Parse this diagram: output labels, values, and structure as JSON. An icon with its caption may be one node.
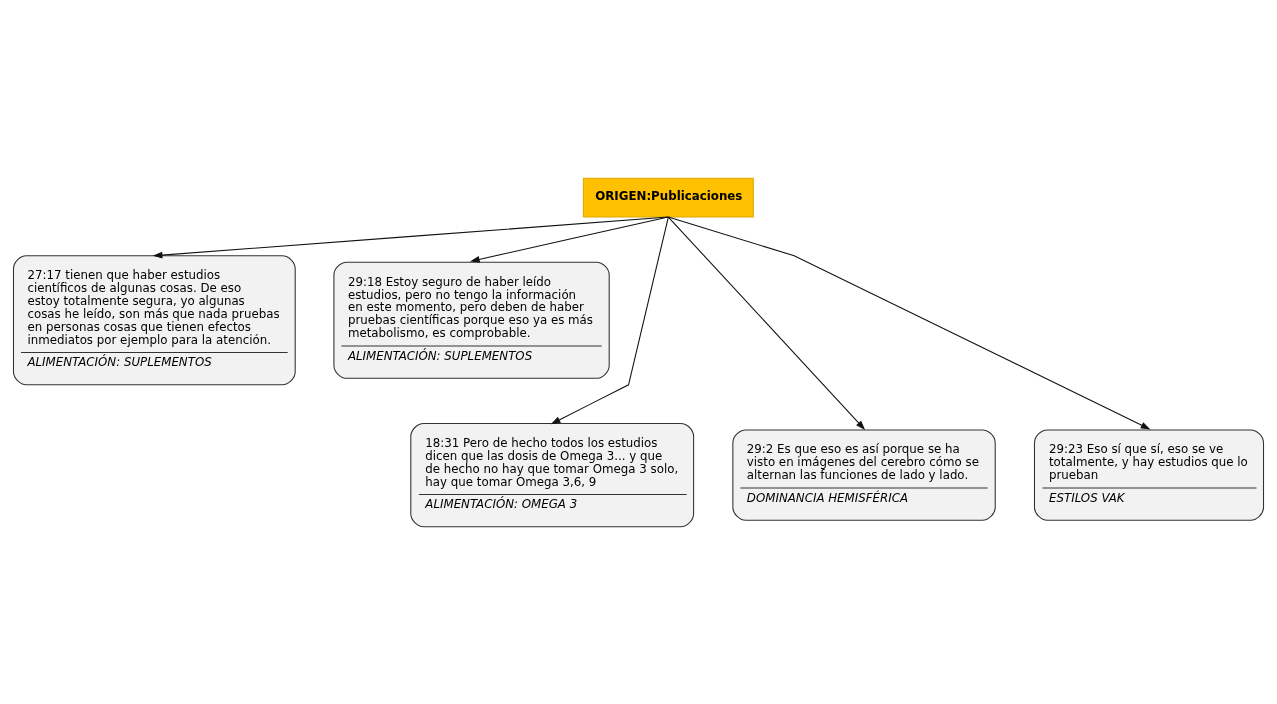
{
  "diagram": {
    "nodes": [
      {
        "text": [
          "ORIGEN:Publicaciones"
        ]
      },
      {
        "text": [
          "27:17 tienen que haber estudios científicos de algunas cosas. De eso estoy totalmente segura, yo algunas cosas he leído, son más que nada pruebas en personas cosas que tienen efectos inmediatos por ejemplo para la atención.",
          "ALIMENTACIÓN: SUPLEMENTOS"
        ]
      },
      {
        "text": [
          "29:18 Estoy seguro de haber leído estudios, pero no tengo la información en este momento, pero deben de haber pruebas científicas porque eso ya es más metabolismo, es comprobable.",
          "ALIMENTACIÓN: SUPLEMENTOS"
        ]
      },
      {
        "text": [
          "18:31 Pero de hecho todos los estudios dicen que las dosis de Omega 3... y que de hecho no hay que tomar Omega 3 solo, hay que tomar Omega 3,6, 9",
          "ALIMENTACIÓN: OMEGA 3"
        ]
      },
      {
        "text": [
          "29:2 Es que eso es así porque se ha visto en imágenes del cerebro cómo se alternan las funciones de lado y lado.",
          "DOMINANCIA HEMISFÉRICA"
        ]
      },
      {
        "text": [
          "29:23 Eso sí que sí, eso se ve totalmente, y hay estudios que lo prueban",
          "ESTILOS VAK"
        ]
      }
    ],
    "edges": [
      {
        "from": 0,
        "to": 1,
        "arrow": "to"
      },
      {
        "from": 0,
        "to": 2,
        "arrow": "to"
      },
      {
        "from": 0,
        "to": 3,
        "arrow": "to"
      },
      {
        "from": 0,
        "to": 4,
        "arrow": "to"
      },
      {
        "from": 0,
        "to": 5,
        "arrow": "to"
      }
    ]
  }
}
